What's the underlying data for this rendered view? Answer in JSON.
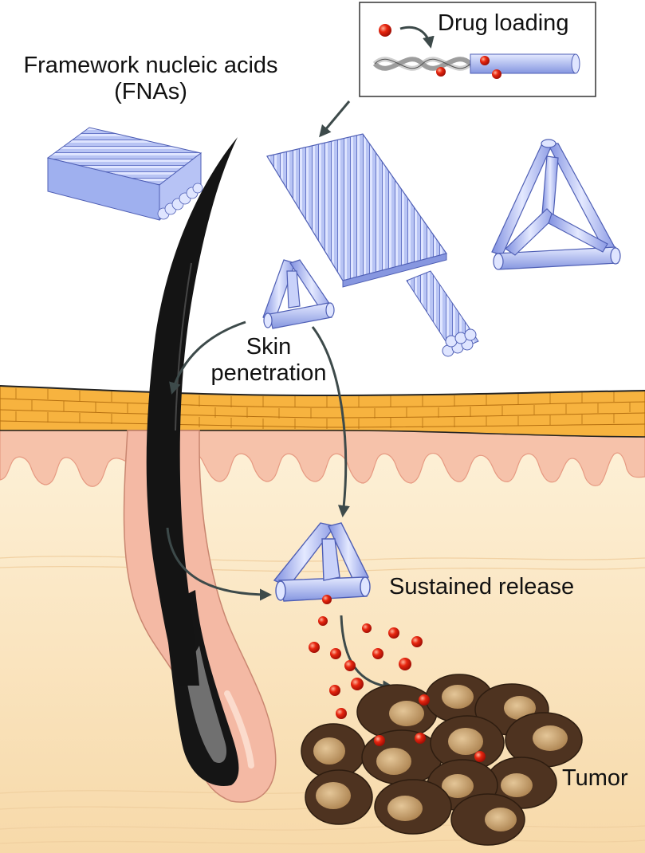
{
  "labels": {
    "fnas_line1": "Framework nucleic acids",
    "fnas_line2": "(FNAs)",
    "drug_loading": "Drug loading",
    "skin_line1": "Skin",
    "skin_line2": "penetration",
    "sustained_release": "Sustained release",
    "tumor": "Tumor"
  },
  "colors": {
    "dna_blue": "#a9b8f0",
    "dna_stroke": "#4f5fb5",
    "drug_red": "#e0200e",
    "hair_black": "#141414",
    "follicle_pink": "#f3b7a2",
    "stratum_orange": "#f7b23d",
    "epidermis_pink": "#f6c0a8",
    "dermis_cream": "#fbe8c6",
    "tumor_brown": "#4e3320",
    "tumor_nucleus": "#c9a574",
    "arrow_gray": "#3d4a4a"
  }
}
